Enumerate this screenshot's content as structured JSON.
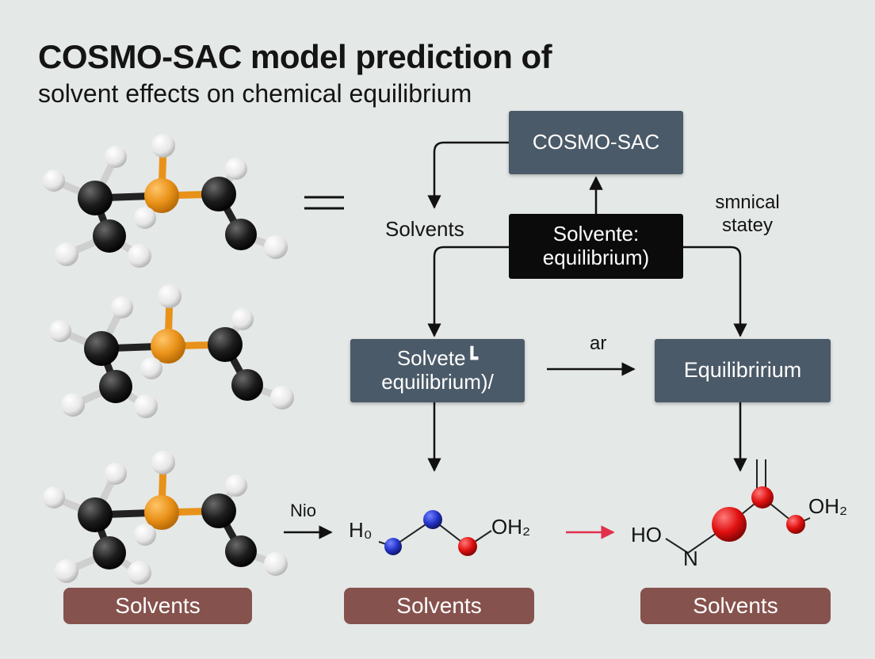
{
  "title": "COSMO-SAC model prediction of",
  "subtitle": "solvent effects on chemical equilibrium",
  "boxes": {
    "top": "COSMO-SAC",
    "center": "Solvente: equilibrium)",
    "left": "Solvete┗ equilibrium)/",
    "right": "Equilibririum"
  },
  "labels": {
    "solvents": "Solvents",
    "side_note": "smnical statey",
    "arrow_label": "ar",
    "nio": "Nio"
  },
  "molecule_labels": {
    "mid_left": "H₀",
    "mid_right": "OH₂",
    "right_left": "HO",
    "right_n": "N",
    "right_right": "OH₂"
  },
  "footer_tags": [
    "Solvents",
    "Solvents",
    "Solvents"
  ],
  "colors": {
    "background": "#e4e8e7",
    "slate_box": "#4b5a68",
    "dark_box": "#0b0b0b",
    "tag": "#86524d",
    "carbon": "#1a1a1a",
    "hydrogen": "#f2f2f2",
    "phosphorus": "#e8921a",
    "nitrogen": "#2433c8",
    "oxygen": "#e01010",
    "red_arrow": "#e0304a"
  }
}
